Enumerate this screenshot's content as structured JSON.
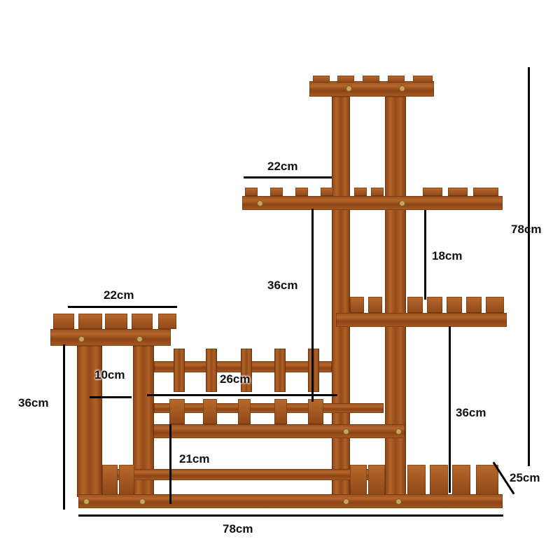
{
  "product": {
    "name": "wooden-tiered-plant-stand",
    "wood_color": "#a0561f"
  },
  "dimensions": {
    "total_height": "78cm",
    "total_width": "78cm",
    "depth": "25cm",
    "upper_shelf_width": "22cm",
    "left_shelf_width": "22cm",
    "left_tower_height": "36cm",
    "left_inner_gap": "10cm",
    "middle_shelf_width": "26cm",
    "middle_shelf_height": "21cm",
    "center_column_height": "36cm",
    "right_tier_gap": "18cm",
    "right_lower_height": "36cm"
  }
}
